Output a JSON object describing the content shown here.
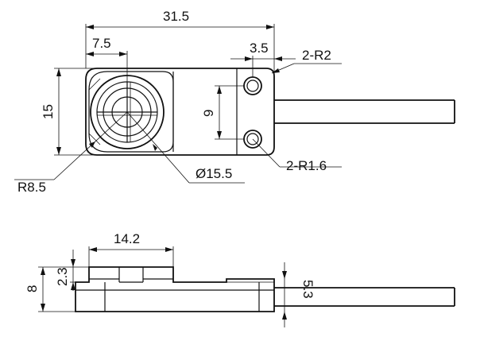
{
  "top_view": {
    "dim_overall_length": "31.5",
    "dim_sensor_offset": "7.5",
    "dim_hole_edge": "3.5",
    "dim_corner_radius": "2-R2",
    "dim_height": "15",
    "dim_hole_pitch": "9",
    "dim_hole_radius": "2-R1.6",
    "dim_sensor_radius": "R8.5",
    "dim_sensor_diameter": "Ø15.5"
  },
  "side_view": {
    "dim_recess_width": "14.2",
    "dim_overall_height": "8",
    "dim_step_height": "2.3",
    "dim_cable_height": "5.3"
  }
}
